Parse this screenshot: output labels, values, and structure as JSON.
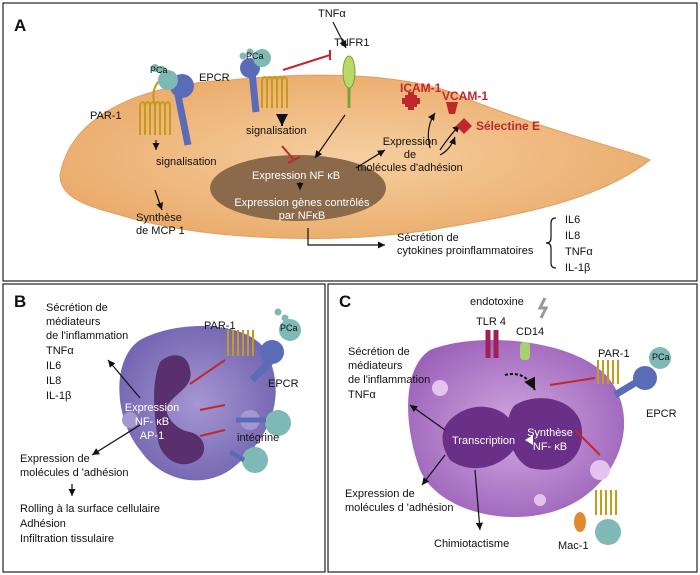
{
  "panels": {
    "a": {
      "letter": "A",
      "tnf": "TNFα",
      "pca": "PCa",
      "pca2": "PCa",
      "epcr": "EPCR",
      "par1": "PAR-1",
      "tnfr1": "TNFR1",
      "signal_left": "signalisation",
      "signal_mid": "signalisation",
      "mcp_line1": "Synthèse",
      "mcp_line2": "de MCP 1",
      "nfkb": "Expression NF κB",
      "genes_line1": "Expression gènes contrôlés",
      "genes_line2": "par NFκB",
      "adh_line1": "Expression",
      "adh_line2": "de",
      "adh_line3": "molécules d'adhésion",
      "icam": "ICAM-1",
      "vcam": "VCAM-1",
      "selectine": "Sélectine E",
      "cyto_line1": "Sécrétion de",
      "cyto_line2": "cytokines  proinflammatoires",
      "cytokines": [
        "IL6",
        "IL8",
        "TNFα",
        "IL-1β"
      ]
    },
    "b": {
      "letter": "B",
      "sec_lines": [
        "Sécrétion de",
        "médiateurs",
        "de l'inflammation",
        "TNFα",
        "IL6",
        "IL8",
        "IL-1β"
      ],
      "par1": "PAR-1",
      "pca": "PCa",
      "epcr": "EPCR",
      "integrine": "intégrine",
      "expr_lines": [
        "Expression",
        "NF- κB",
        "AP-1"
      ],
      "adh_line1": "Expression de",
      "adh_line2": "molécules d 'adhésion",
      "roll_lines": [
        "Rolling à la surface cellulaire",
        "Adhésion",
        "Infiltration tissulaire"
      ]
    },
    "c": {
      "letter": "C",
      "endotoxine": "endotoxine",
      "tlr4": "TLR 4",
      "cd14": "CD14",
      "sec_lines": [
        "Sécrétion de",
        "médiateurs",
        "de l'inflammation",
        "TNFα"
      ],
      "par1": "PAR-1",
      "pca": "PCa",
      "epcr": "EPCR",
      "transcription": "Transcription",
      "synth_line1": "Synthèse",
      "synth_line2": "NF- κB",
      "adh_line1": "Expression de",
      "adh_line2": "molécules d 'adhésion",
      "chimio": "Chimiotactisme",
      "mac1": "Mac-1"
    }
  },
  "colors": {
    "cell_a": "#f2c08a",
    "nucleus_a": "#8a6a4a",
    "cell_b": "#8e7fc2",
    "nucleus_b": "#5a2f6e",
    "cell_c": "#b58ac9",
    "nucleus_c": "#6a2f86",
    "receptor_yellow": "#e8b62a",
    "epcr_blue": "#5a6cb8",
    "pca_teal": "#7fb9b5",
    "inhibit_red": "#c0282d"
  }
}
